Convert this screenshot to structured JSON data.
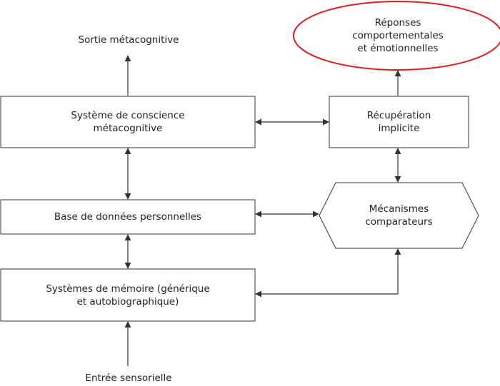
{
  "diagram": {
    "output_label": "Sortie métacognitive",
    "input_label": "Entrée sensorielle",
    "nodes": {
      "conscience": {
        "line1": "Système de conscience",
        "line2": "métacognitive"
      },
      "base": {
        "line1": "Base de données personnelles"
      },
      "memoire": {
        "line1": "Systèmes de mémoire (générique",
        "line2": "et autobiographique)"
      },
      "recuperation": {
        "line1": "Récupération",
        "line2": "implicite"
      },
      "comparateurs": {
        "line1": "Mécanismes",
        "line2": "comparateurs"
      },
      "reponses": {
        "line1": "Réponses",
        "line2": "comportementales",
        "line3": "et émotionnelles"
      }
    },
    "colors": {
      "stroke": "#333333",
      "highlight": "#e02020"
    }
  }
}
